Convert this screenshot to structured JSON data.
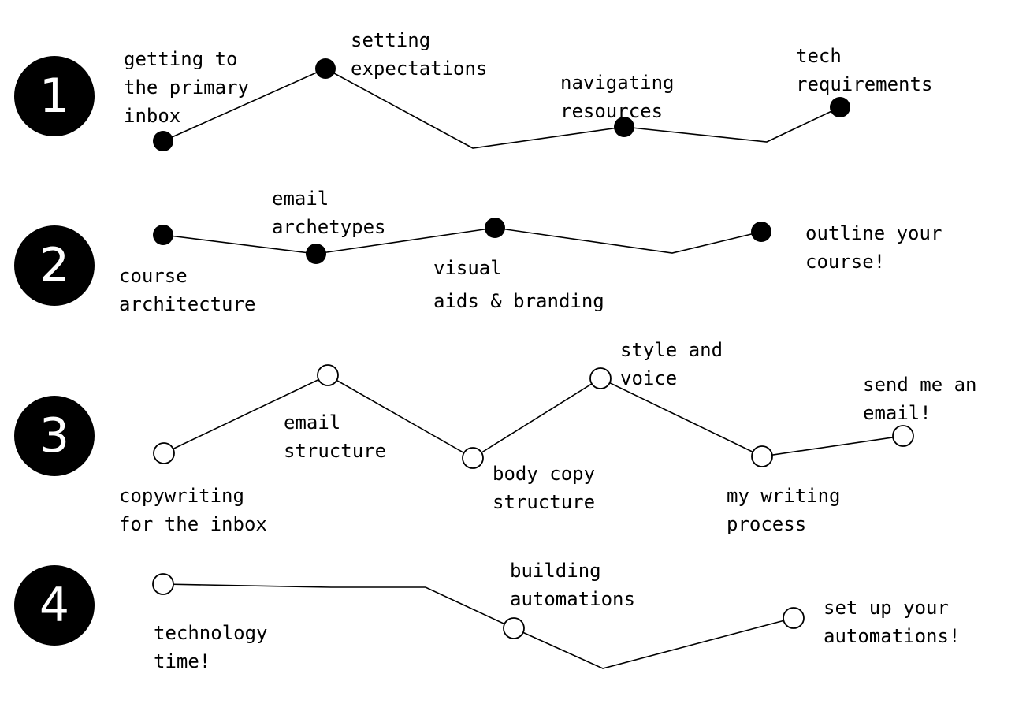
{
  "colors": {
    "ink": "#000000",
    "paper": "#ffffff"
  },
  "modules": [
    {
      "number": "1",
      "marker_style": "filled",
      "lessons": [
        {
          "lines": [
            "getting to",
            "the primary",
            "inbox"
          ]
        },
        {
          "lines": [
            "setting",
            "expectations"
          ]
        },
        {
          "lines": [
            "navigating",
            "resources"
          ]
        },
        {
          "lines": [
            "tech",
            "requirements"
          ]
        }
      ]
    },
    {
      "number": "2",
      "marker_style": "filled",
      "lessons": [
        {
          "lines": [
            "course",
            "architecture"
          ]
        },
        {
          "lines": [
            "email",
            "archetypes"
          ]
        },
        {
          "lines": [
            "visual",
            "aids & branding"
          ]
        },
        {
          "lines": [
            "outline your",
            "course!"
          ]
        }
      ]
    },
    {
      "number": "3",
      "marker_style": "hollow",
      "lessons": [
        {
          "lines": [
            "copywriting",
            "for the inbox"
          ]
        },
        {
          "lines": [
            "email",
            "structure"
          ]
        },
        {
          "lines": [
            "body copy",
            "structure"
          ]
        },
        {
          "lines": [
            "style and",
            "voice"
          ]
        },
        {
          "lines": [
            "my writing",
            "process"
          ]
        },
        {
          "lines": [
            "send me an",
            "email!"
          ]
        }
      ]
    },
    {
      "number": "4",
      "marker_style": "hollow",
      "lessons": [
        {
          "lines": [
            "technology",
            "time!"
          ]
        },
        {
          "lines": [
            "building",
            "automations"
          ]
        },
        {
          "lines": [
            "set up your",
            "automations!"
          ]
        }
      ]
    }
  ]
}
